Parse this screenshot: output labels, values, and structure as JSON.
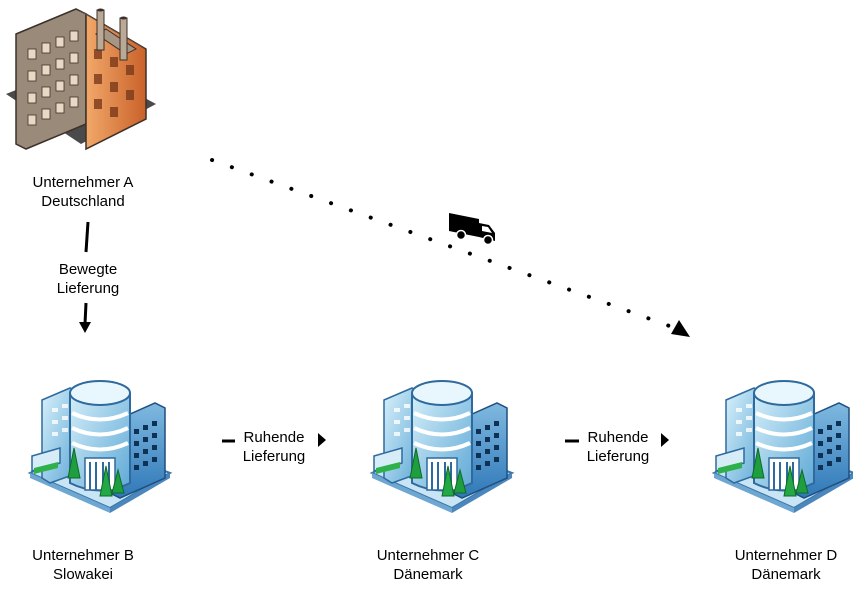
{
  "nodes": {
    "a": {
      "name": "Unternehmer A",
      "country": "Deutschland",
      "icon": "factory-icon"
    },
    "b": {
      "name": "Unternehmer B",
      "country": "Slowakei",
      "icon": "office-building-icon"
    },
    "c": {
      "name": "Unternehmer C",
      "country": "Dänemark",
      "icon": "office-building-icon"
    },
    "d": {
      "name": "Unternehmer D",
      "country": "Dänemark",
      "icon": "office-building-icon"
    }
  },
  "edges": {
    "a_to_b": {
      "line1": "Bewegte",
      "line2": "Lieferung"
    },
    "b_to_c": {
      "line1": "Ruhende",
      "line2": "Lieferung"
    },
    "c_to_d": {
      "line1": "Ruhende",
      "line2": "Lieferung"
    },
    "a_to_d": {
      "style": "dotted",
      "icon": "truck-icon"
    }
  }
}
